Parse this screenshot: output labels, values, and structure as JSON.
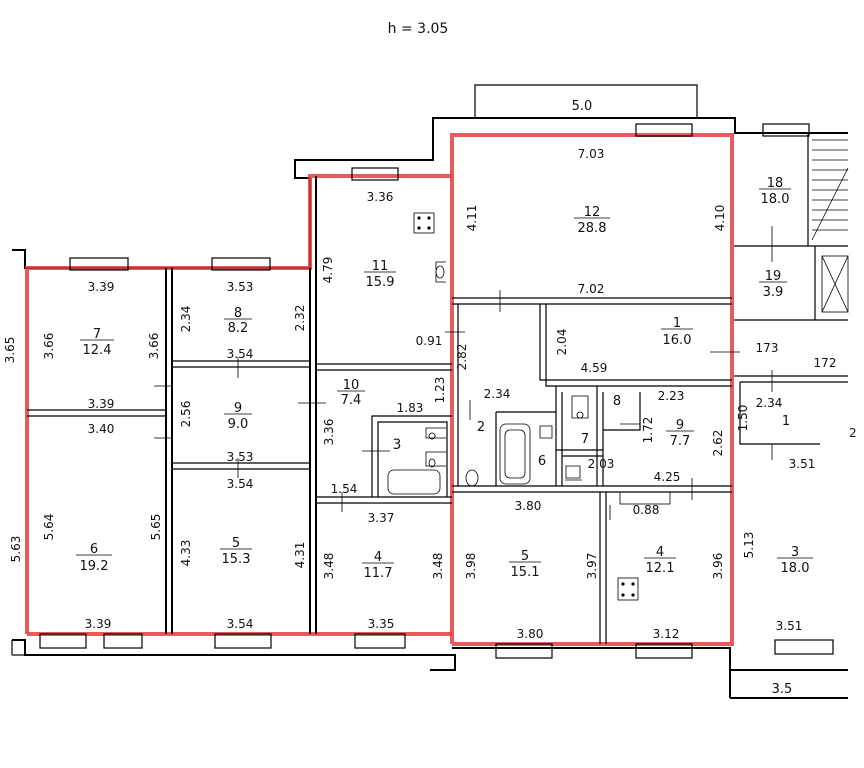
{
  "header": {
    "height_label": "h = 3.05"
  },
  "top_bay": {
    "width": "5.0"
  },
  "bottom_bay": {
    "width": "3.5"
  },
  "rooms": [
    {
      "id": "r7a",
      "number": "7",
      "area": "12.4"
    },
    {
      "id": "r8a",
      "number": "8",
      "area": "8.2"
    },
    {
      "id": "r9a",
      "number": "9",
      "area": "9.0"
    },
    {
      "id": "r10a",
      "number": "10",
      "area": "7.4"
    },
    {
      "id": "r11a",
      "number": "11",
      "area": "15.9"
    },
    {
      "id": "r12",
      "number": "12",
      "area": "28.8"
    },
    {
      "id": "r6a",
      "number": "6",
      "area": "19.2"
    },
    {
      "id": "r5a",
      "number": "5",
      "area": "15.3"
    },
    {
      "id": "r4a",
      "number": "4",
      "area": "11.7"
    },
    {
      "id": "r3a",
      "number": "3",
      "area": ""
    },
    {
      "id": "r1b",
      "number": "1",
      "area": "16.0"
    },
    {
      "id": "r2b",
      "number": "2",
      "area": ""
    },
    {
      "id": "r9b",
      "number": "9",
      "area": "7.7"
    },
    {
      "id": "r8b",
      "number": "8",
      "area": ""
    },
    {
      "id": "r7b",
      "number": "7",
      "area": ""
    },
    {
      "id": "r6b",
      "number": "6",
      "area": ""
    },
    {
      "id": "r5b",
      "number": "5",
      "area": "15.1"
    },
    {
      "id": "r4b",
      "number": "4",
      "area": "12.1"
    },
    {
      "id": "r18",
      "number": "18",
      "area": "18.0"
    },
    {
      "id": "r19",
      "number": "19",
      "area": "3.9"
    },
    {
      "id": "r1c",
      "number": "1",
      "area": ""
    },
    {
      "id": "r3c",
      "number": "3",
      "area": "18.0"
    }
  ],
  "dimensions": {
    "d_3_39_a": "3.39",
    "d_3_53": "3.53",
    "d_3_36_top": "3.36",
    "d_7_03": "7.03",
    "d_3_65": "3.65",
    "d_3_66_l": "3.66",
    "d_3_66_r": "3.66",
    "d_2_34_a": "2.34",
    "d_2_32": "2.32",
    "d_4_79": "4.79",
    "d_4_11": "4.11",
    "d_4_10": "4.10",
    "d_7_02": "7.02",
    "d_3_54_a": "3.54",
    "d_0_91": "0.91",
    "d_2_82": "2.82",
    "d_2_04": "2.04",
    "d_4_59": "4.59",
    "d_3_39_b": "3.39",
    "d_3_40": "3.40",
    "d_2_56": "2.56",
    "d_1_23": "1.23",
    "d_1_83": "1.83",
    "d_2_34_b": "2.34",
    "d_2_23": "2.23",
    "d_1_72": "1.72",
    "d_2_62": "2.62",
    "d_1_50": "1.50",
    "d_173": "173",
    "d_172": "172",
    "d_2_34_c": "2.34",
    "d_3_51_a": "3.51",
    "d_3_53_b": "3.53",
    "d_3_54_b": "3.54",
    "d_3_36_mid": "3.36",
    "d_1_54": "1.54",
    "d_3_37": "3.37",
    "d_2_03": "2.03",
    "d_4_25": "4.25",
    "d_3_80_a": "3.80",
    "d_0_88": "0.88",
    "d_5_63": "5.63",
    "d_5_64": "5.64",
    "d_5_65": "5.65",
    "d_4_33": "4.33",
    "d_4_31": "4.31",
    "d_3_48_l": "3.48",
    "d_3_48_r": "3.48",
    "d_3_98": "3.98",
    "d_3_97": "3.97",
    "d_3_96": "3.96",
    "d_5_13": "5.13",
    "d_3_39_c": "3.39",
    "d_3_54_c": "3.54",
    "d_3_35": "3.35",
    "d_3_80_b": "3.80",
    "d_3_12": "3.12",
    "d_3_51_b": "3.51",
    "d_2_part": "2"
  },
  "colors": {
    "highlight": "#e04040",
    "wall": "#000000"
  }
}
